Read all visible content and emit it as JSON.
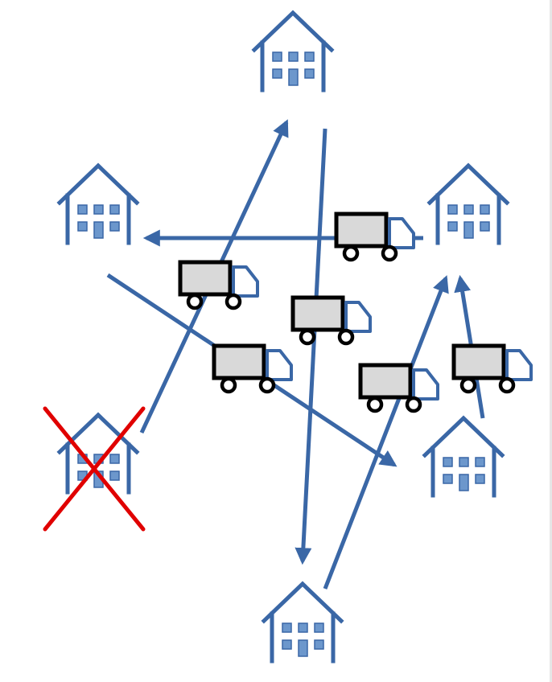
{
  "colors": {
    "route": "#3a67a6",
    "house_outline": "#3a67a6",
    "house_window": "#6c97cc",
    "truck_outline": "#000000",
    "truck_fill": "#d9d9d9",
    "truck_cab": "#3a67a6",
    "cancel_mark": "#e00000"
  },
  "diagram": {
    "houses": [
      {
        "id": "top",
        "cancelled": false
      },
      {
        "id": "left",
        "cancelled": false
      },
      {
        "id": "right",
        "cancelled": false
      },
      {
        "id": "bottom-left",
        "cancelled": true
      },
      {
        "id": "bottom-right",
        "cancelled": false
      },
      {
        "id": "bottom",
        "cancelled": false
      }
    ],
    "routes": [
      {
        "from": "bottom-left",
        "to": "top"
      },
      {
        "from": "top",
        "to": "bottom"
      },
      {
        "from": "right",
        "to": "left"
      },
      {
        "from": "left",
        "to": "bottom-right"
      },
      {
        "from": "bottom",
        "to": "right"
      },
      {
        "from": "bottom-right",
        "to": "right"
      }
    ],
    "trucks": 6,
    "icons": {
      "house": "house-icon",
      "truck": "delivery-truck-icon",
      "cancel": "cancel-x-icon"
    }
  }
}
